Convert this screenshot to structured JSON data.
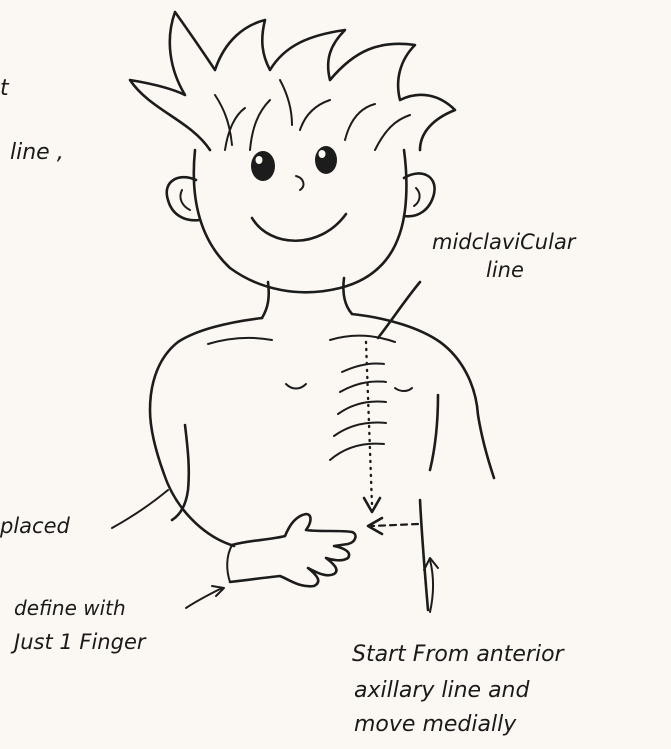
{
  "annotations": {
    "edge_top": "t",
    "edge_line": "line ,",
    "edge_placed": "placed",
    "midclavicular": [
      "midclaviCular",
      "line"
    ],
    "define_finger": [
      "define with",
      "Just 1 Finger"
    ],
    "start_instruction": [
      "Start From anterior",
      "axillary line and",
      "move medially"
    ]
  },
  "colors": {
    "ink": "#1c1c1c",
    "paper": "#fbf8f3"
  }
}
